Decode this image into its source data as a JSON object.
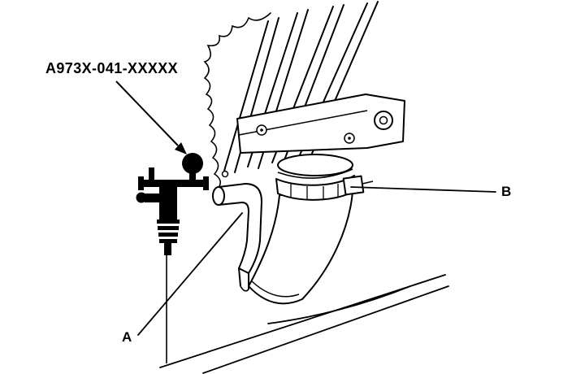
{
  "colors": {
    "ink": "#000000",
    "paper": "#ffffff"
  },
  "labels": {
    "part_number": "A973X-041-XXXXX",
    "callout_a": "A",
    "callout_b": "B"
  }
}
